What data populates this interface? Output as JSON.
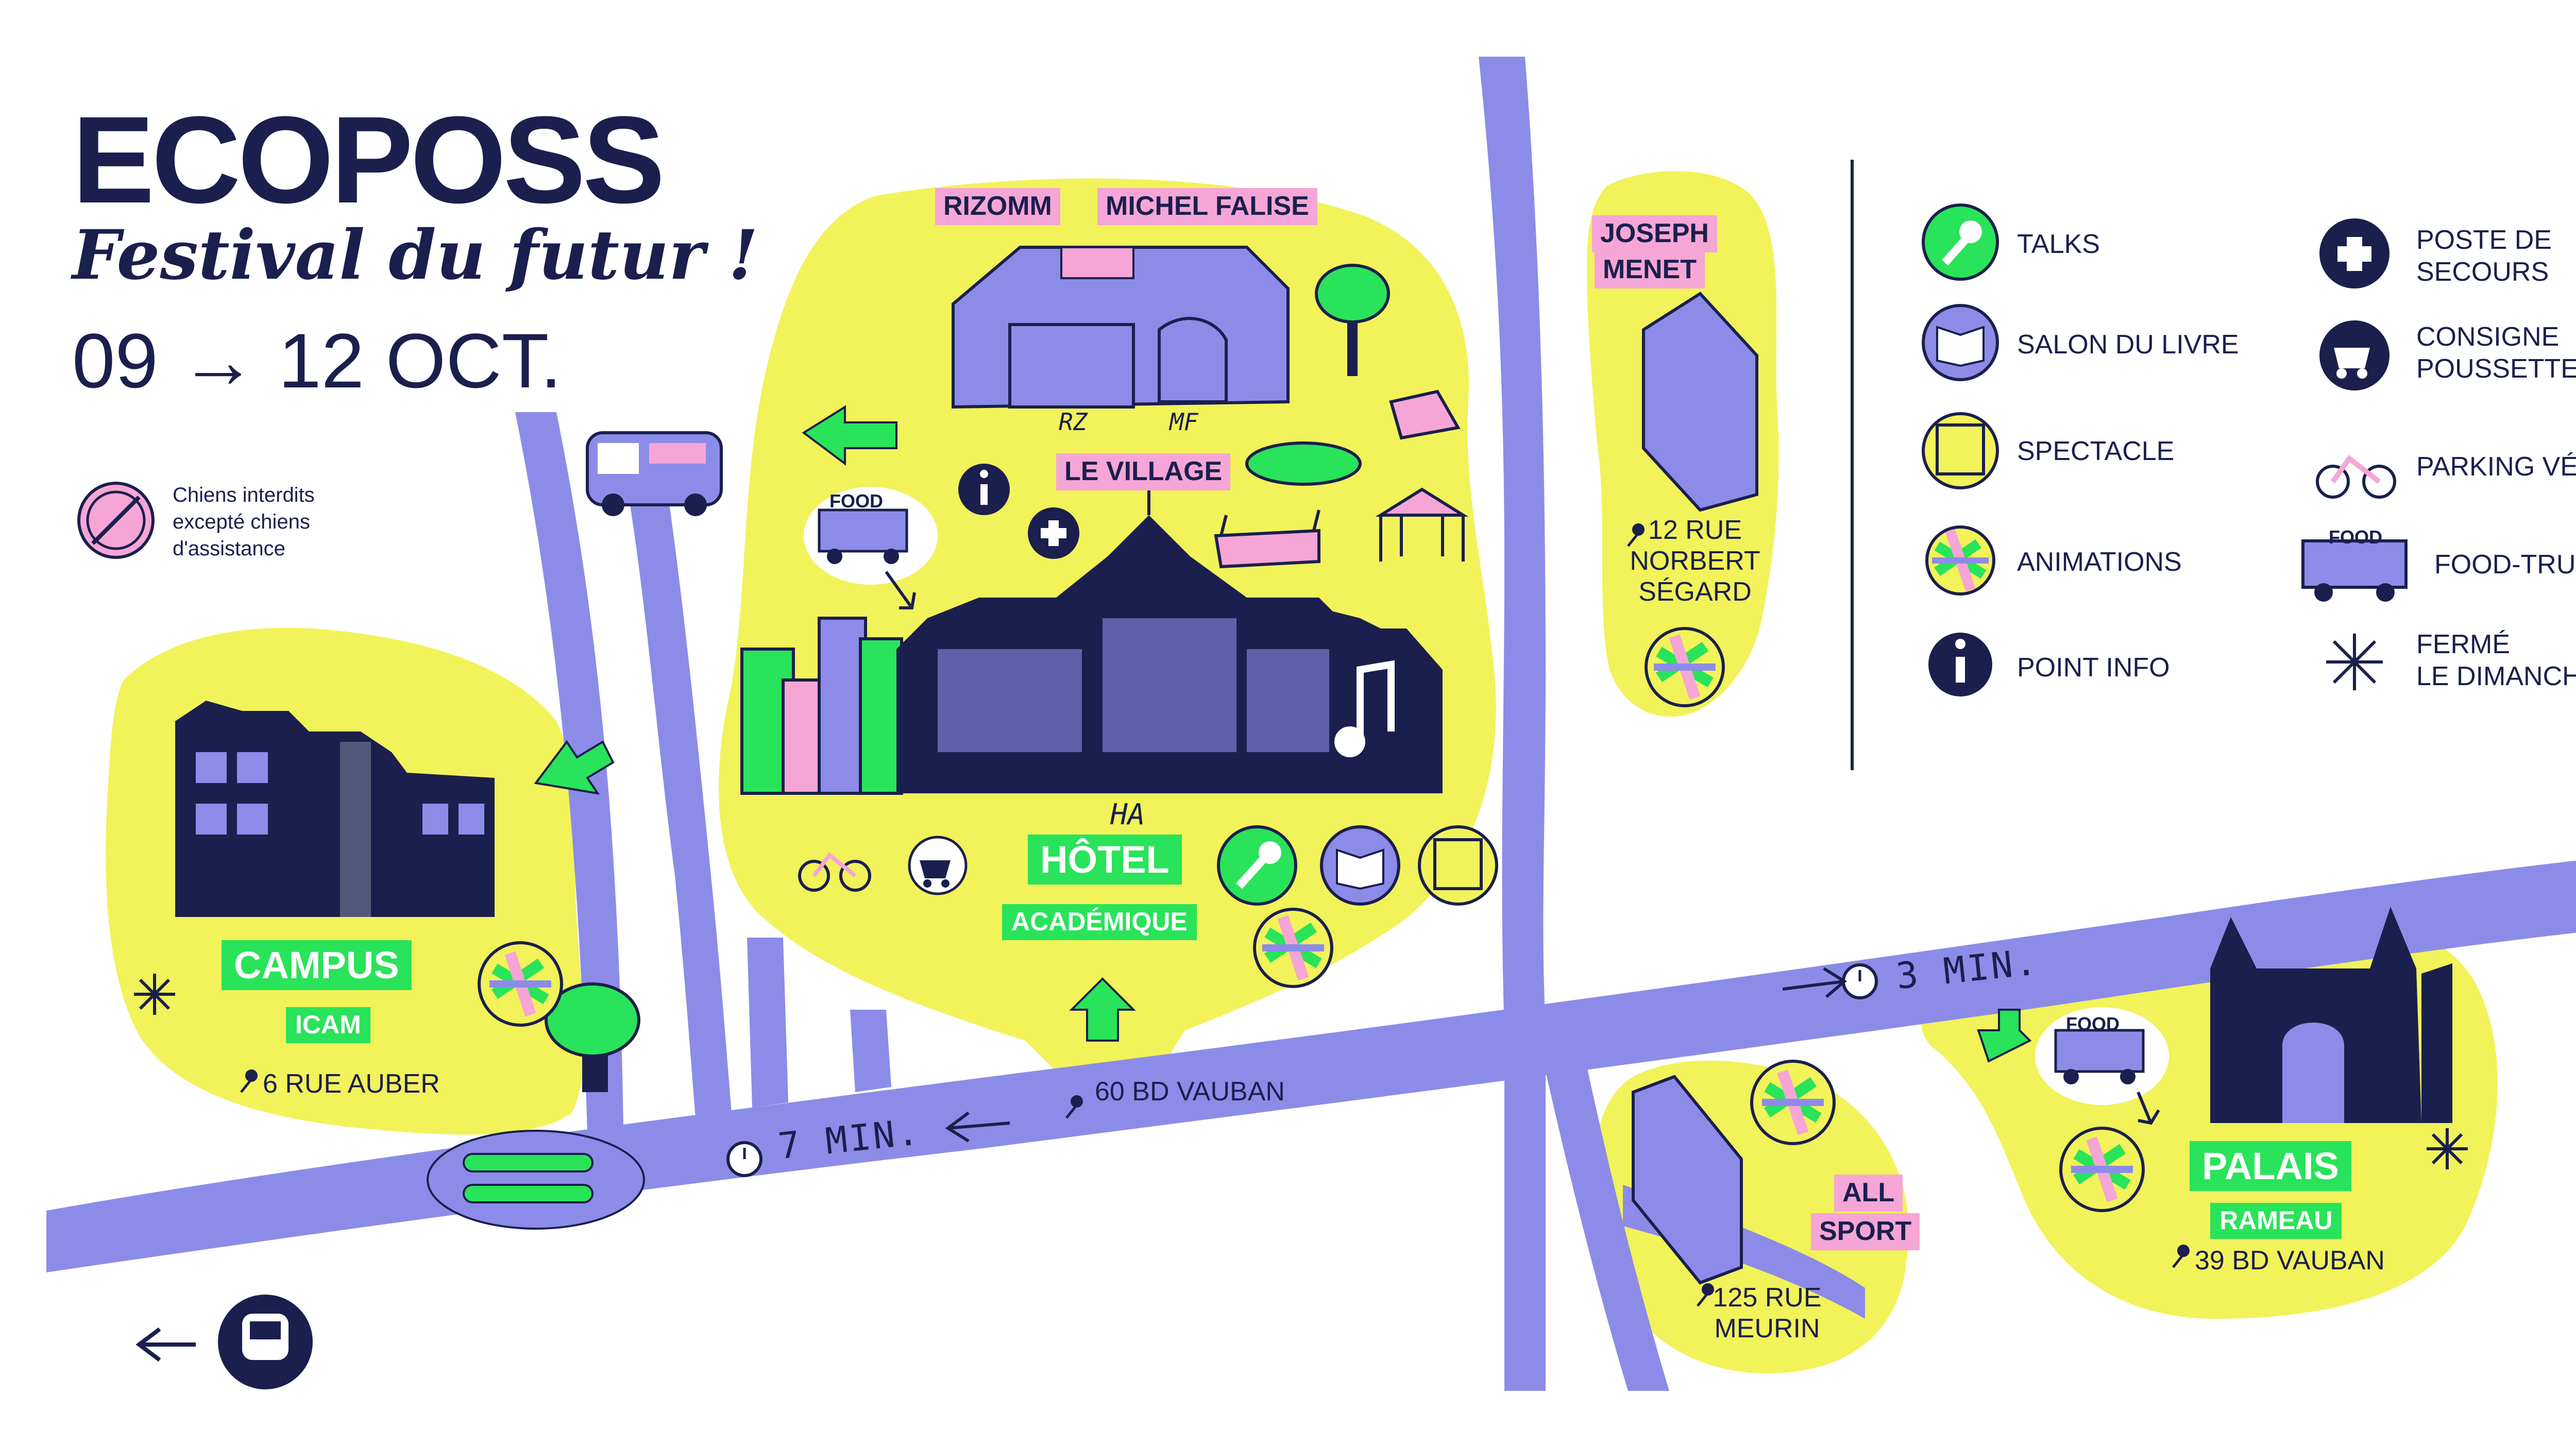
{
  "header": {
    "title": "ECOPOSS",
    "subtitle": "Festival du futur !",
    "dates": "09 → 12 OCT.",
    "dogs_notice": [
      "Chiens interdits",
      "excepté chiens",
      "d'assistance"
    ]
  },
  "venues": {
    "hotel": {
      "name": "HÔTEL",
      "sub": "ACADÉMIQUE",
      "address": "60 BD VAUBAN",
      "building_initials": "HA"
    },
    "campus": {
      "name": "CAMPUS",
      "sub": "ICAM",
      "address": "6 RUE AUBER"
    },
    "palais": {
      "name": "PALAIS",
      "sub": "RAMEAU",
      "address": "39 BD VAUBAN"
    },
    "rizomm": {
      "name": "RIZOMM",
      "initials": "RZ"
    },
    "michel_falise": {
      "name": "MICHEL FALISE",
      "initials": "MF"
    },
    "village": {
      "name": "LE VILLAGE"
    },
    "joseph_menet": {
      "name_line1": "JOSEPH",
      "name_line2": "MENET",
      "address_line1": "12 RUE",
      "address_line2": "NORBERT",
      "address_line3": "SÉGARD"
    },
    "all_sport": {
      "name_line1": "ALL",
      "name_line2": "SPORT",
      "address_line1": "125 RUE",
      "address_line2": "MEURIN"
    }
  },
  "walking_times": {
    "to_campus": "7 MIN.",
    "to_palais": "3 MIN."
  },
  "food_sign": "FOOD",
  "legend": [
    {
      "icon": "talks-icon",
      "label": "TALKS"
    },
    {
      "icon": "salon-du-livre-icon",
      "label": "SALON DU LIVRE"
    },
    {
      "icon": "spectacle-icon",
      "label": "SPECTACLE"
    },
    {
      "icon": "animations-icon",
      "label": "ANIMATIONS"
    },
    {
      "icon": "point-info-icon",
      "label": "POINT INFO"
    },
    {
      "icon": "poste-de-secours-icon",
      "label_line1": "POSTE DE",
      "label_line2": "SECOURS"
    },
    {
      "icon": "consigne-poussettes-icon",
      "label_line1": "CONSIGNE",
      "label_line2": "POUSSETTES"
    },
    {
      "icon": "parking-velo-icon",
      "label": "PARKING VÉLO"
    },
    {
      "icon": "food-trucks-icon",
      "label": "FOOD-TRUCKS"
    },
    {
      "icon": "ferme-le-dimanche-icon",
      "label_line1": "FERMÉ",
      "label_line2": "LE DIMANCHE"
    }
  ],
  "colors": {
    "navy": "#1a1f4d",
    "yellow": "#f2f25a",
    "periwinkle": "#8c8ce8",
    "green": "#29e35a",
    "pink": "#f5a6d6"
  }
}
